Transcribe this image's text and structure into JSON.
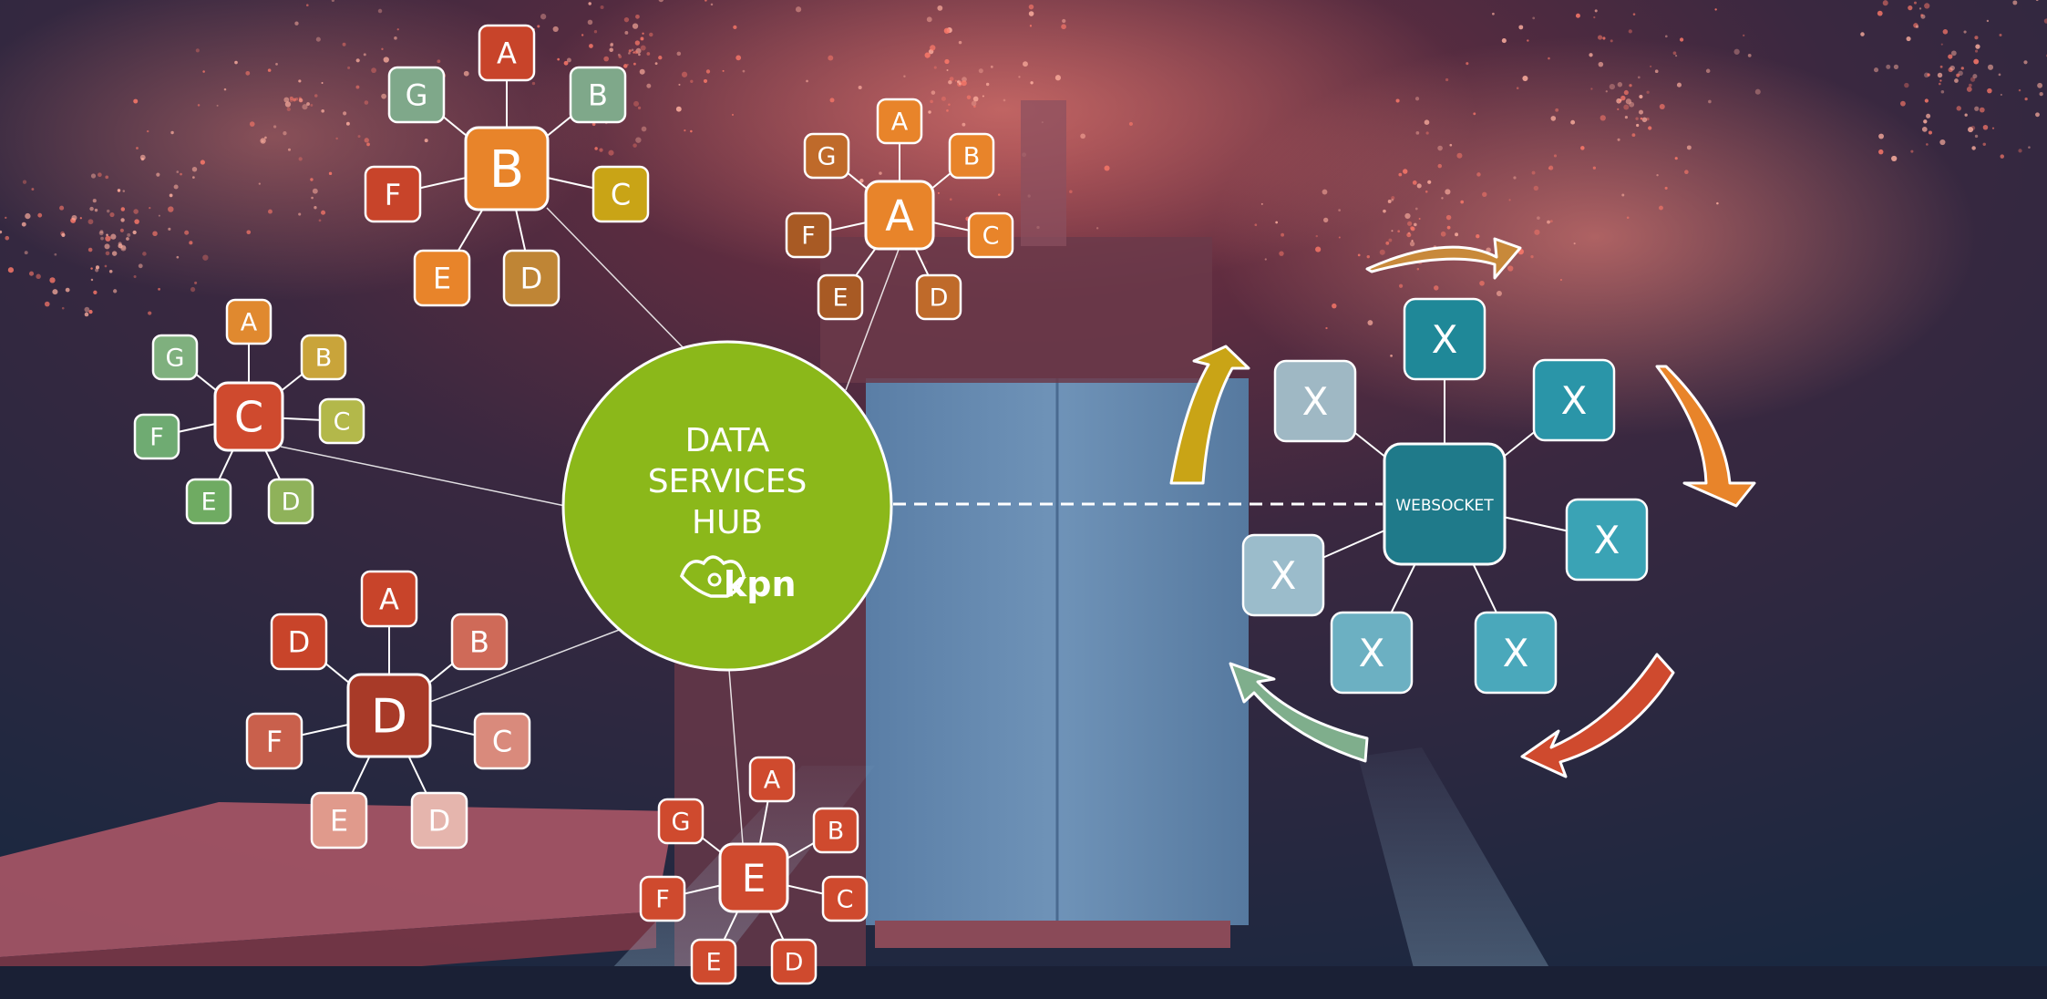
{
  "hub": {
    "lines": [
      "DATA",
      "SERVICES",
      "HUB"
    ],
    "logo_text": "kpn",
    "color": "#8bb81a"
  },
  "clusters": [
    {
      "id": "b-cluster",
      "center": "B",
      "satellites": [
        "A",
        "B",
        "C",
        "D",
        "E",
        "F",
        "G"
      ],
      "colors": {
        "center": "#e8842a",
        "A": "#c8442a",
        "B": "#7fa88a",
        "C": "#c9a416",
        "D": "#bf8535",
        "E": "#e8842a",
        "F": "#c8442a",
        "G": "#7fa88a"
      }
    },
    {
      "id": "a-cluster",
      "center": "A",
      "satellites": [
        "A",
        "B",
        "C",
        "D",
        "E",
        "F",
        "G"
      ],
      "colors": {
        "center": "#e8842a",
        "A": "#e8842a",
        "B": "#e8842a",
        "C": "#e8842a",
        "D": "#bf6a2a",
        "E": "#a85a24",
        "F": "#a85a24",
        "G": "#bf6a2a"
      }
    },
    {
      "id": "c-cluster",
      "center": "C",
      "satellites": [
        "A",
        "B",
        "C",
        "D",
        "E",
        "F",
        "G"
      ],
      "colors": {
        "center": "#cf4a2e",
        "A": "#e0892f",
        "B": "#c9a43a",
        "C": "#b3b84a",
        "D": "#8fb25a",
        "E": "#6fab62",
        "F": "#6fab72",
        "G": "#7fb07e"
      }
    },
    {
      "id": "d-cluster",
      "center": "D",
      "satellites": [
        "A",
        "B",
        "C",
        "D",
        "E",
        "F",
        "D"
      ],
      "colors": {
        "center": "#a83a28",
        "A": "#c8442a",
        "B": "#cf6a58",
        "C": "#d98a7c",
        "D": "#e5b5ad",
        "E": "#e09a8c",
        "F": "#c9604c",
        "D2": "#c8442a"
      }
    },
    {
      "id": "e-cluster",
      "center": "E",
      "satellites": [
        "A",
        "B",
        "C",
        "D",
        "E",
        "F",
        "G"
      ],
      "colors": {
        "center": "#cf4a2e",
        "A": "#cf4a2e",
        "B": "#cf4a2e",
        "C": "#cf4a2e",
        "D": "#cf4a2e",
        "E": "#cf4a2e",
        "F": "#cf4a2e",
        "G": "#cf4a2e"
      }
    }
  ],
  "websocket": {
    "label": "WEBSOCKET",
    "nodes": [
      "X",
      "X",
      "X",
      "X",
      "X",
      "X",
      "X"
    ],
    "center_color": "#1f7a8a",
    "node_colors": [
      "#1f8898",
      "#2a95a8",
      "#3aa3b5",
      "#4aa8bb",
      "#6cb0c2",
      "#9bbccb",
      "#9fb8c4"
    ]
  },
  "arrows": {
    "colors": [
      "#c8893a",
      "#e8842a",
      "#cf4a2e",
      "#7fae8c",
      "#c9a416"
    ]
  }
}
